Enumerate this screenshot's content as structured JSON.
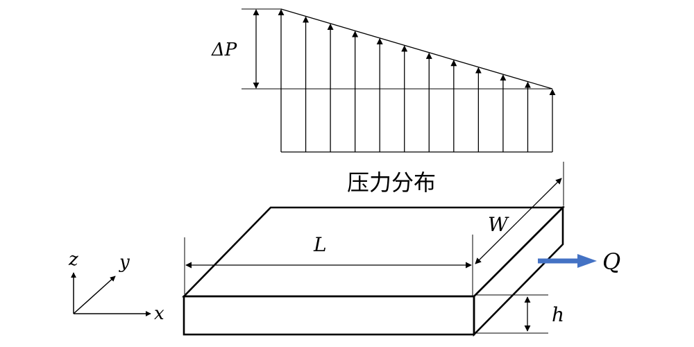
{
  "labels": {
    "pressure_difference": "ΔP",
    "caption": "压力分布",
    "length": "L",
    "width": "W",
    "height": "h",
    "flow": "Q",
    "axis_x": "x",
    "axis_y": "y",
    "axis_z": "z"
  },
  "colors": {
    "flow_arrow": "#4472c4",
    "ink": "#000000"
  },
  "pressure_distribution": {
    "arrow_count": 12
  }
}
